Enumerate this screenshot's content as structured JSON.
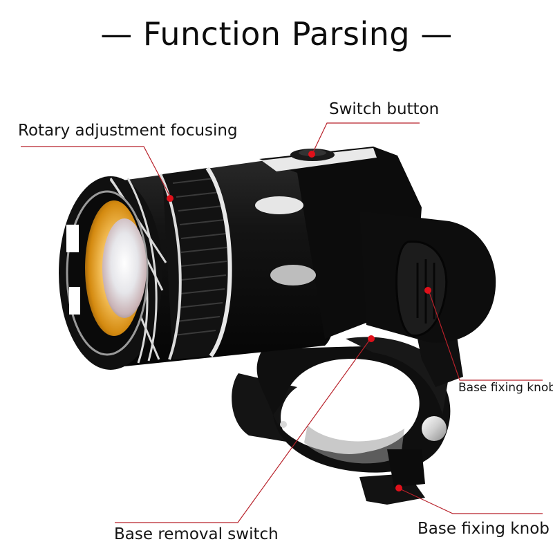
{
  "title": "— Function Parsing —",
  "callouts": [
    {
      "id": "rotary",
      "label": "Rotary adjustment focusing"
    },
    {
      "id": "switch",
      "label": "Switch button"
    },
    {
      "id": "base-knob-side",
      "label": "Base fixing knob"
    },
    {
      "id": "base-removal",
      "label": "Base removal switch"
    },
    {
      "id": "base-knob-bottom",
      "label": "Base fixing knob"
    }
  ],
  "colors": {
    "background": "#ffffff",
    "leader_line": "#b8212a",
    "marker_dot": "#e0101a",
    "body": "#111111",
    "reflector": "#e8a21c"
  }
}
